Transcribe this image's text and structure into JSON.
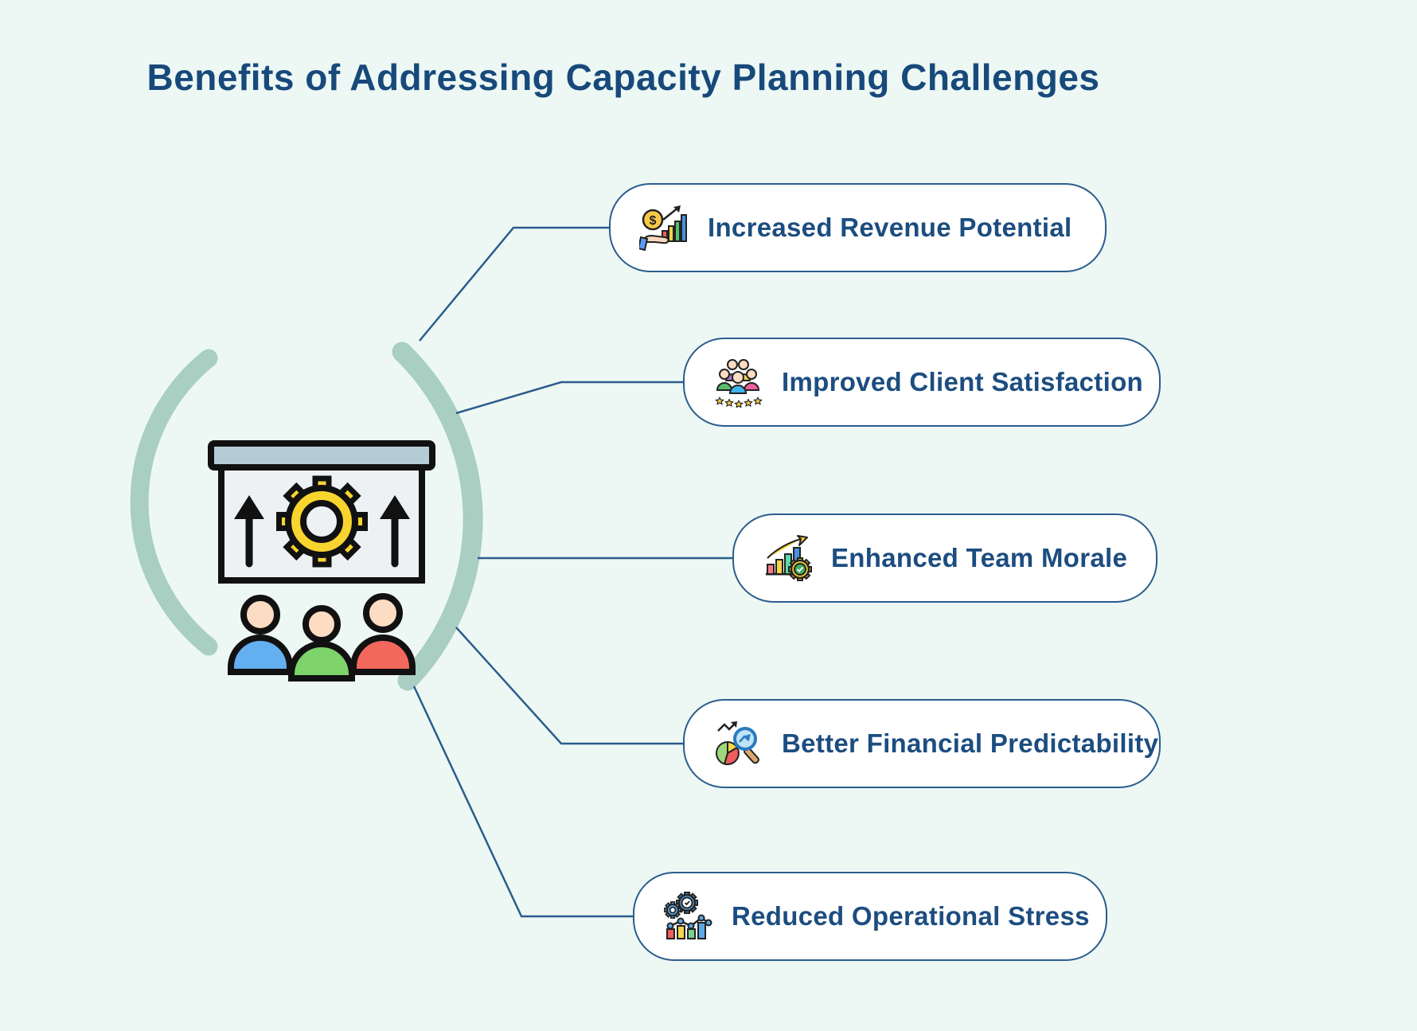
{
  "title": "Benefits of Addressing Capacity Planning Challenges",
  "benefits": [
    {
      "label": "Increased Revenue Potential",
      "icon": "revenue-growth-icon"
    },
    {
      "label": "Improved Client Satisfaction",
      "icon": "client-satisfaction-icon"
    },
    {
      "label": "Enhanced Team Morale",
      "icon": "team-morale-icon"
    },
    {
      "label": "Better Financial Predictability",
      "icon": "financial-predictability-icon"
    },
    {
      "label": "Reduced Operational Stress",
      "icon": "operational-stress-icon"
    }
  ],
  "center_illustration": "team-capacity-presentation",
  "colors": {
    "background": "#edf8f4",
    "title_text": "#17497b",
    "box_border": "#2b5d8c",
    "box_text": "#1c4d80",
    "connector": "#2b5d8c",
    "arc": "#a9cec2",
    "gear_yellow": "#f8d42e",
    "person_blue": "#64aff0",
    "person_green": "#7ed36b",
    "person_red": "#f3685c",
    "skin": "#fcdcc2"
  }
}
